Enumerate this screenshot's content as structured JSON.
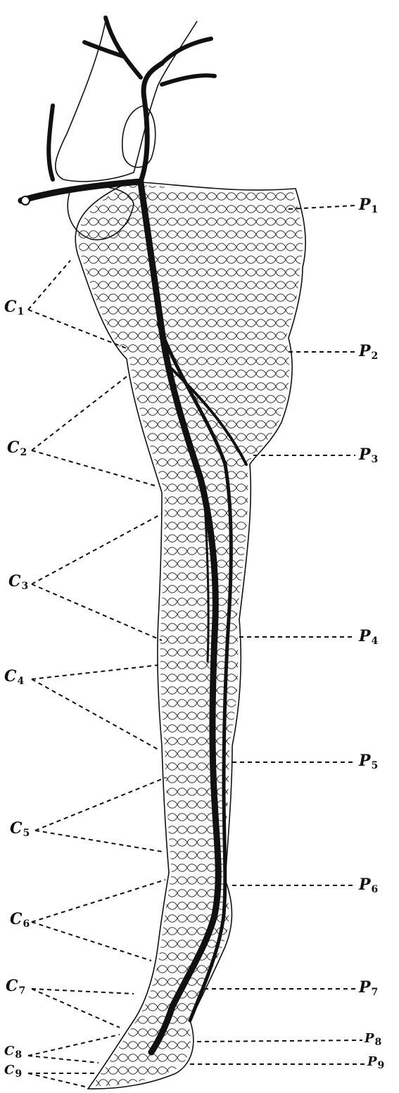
{
  "labels_left": [
    {
      "id": "c1",
      "letter": "C",
      "sub": "1"
    },
    {
      "id": "c2",
      "letter": "C",
      "sub": "2"
    },
    {
      "id": "c3",
      "letter": "C",
      "sub": "3"
    },
    {
      "id": "c4",
      "letter": "C",
      "sub": "4"
    },
    {
      "id": "c5",
      "letter": "C",
      "sub": "5"
    },
    {
      "id": "c6",
      "letter": "C",
      "sub": "6"
    },
    {
      "id": "c7",
      "letter": "C",
      "sub": "7"
    },
    {
      "id": "c8",
      "letter": "C",
      "sub": "8"
    },
    {
      "id": "c9",
      "letter": "C",
      "sub": "9"
    }
  ],
  "labels_right": [
    {
      "id": "p1",
      "letter": "P",
      "sub": "1"
    },
    {
      "id": "p2",
      "letter": "P",
      "sub": "2"
    },
    {
      "id": "p3",
      "letter": "P",
      "sub": "3"
    },
    {
      "id": "p4",
      "letter": "P",
      "sub": "4"
    },
    {
      "id": "p5",
      "letter": "P",
      "sub": "5"
    },
    {
      "id": "p6",
      "letter": "P",
      "sub": "6"
    },
    {
      "id": "p7",
      "letter": "P",
      "sub": "7"
    },
    {
      "id": "p8",
      "letter": "P",
      "sub": "8"
    },
    {
      "id": "p9",
      "letter": "P",
      "sub": "9"
    }
  ],
  "colors": {
    "ink": "#111111",
    "paper": "#ffffff"
  }
}
